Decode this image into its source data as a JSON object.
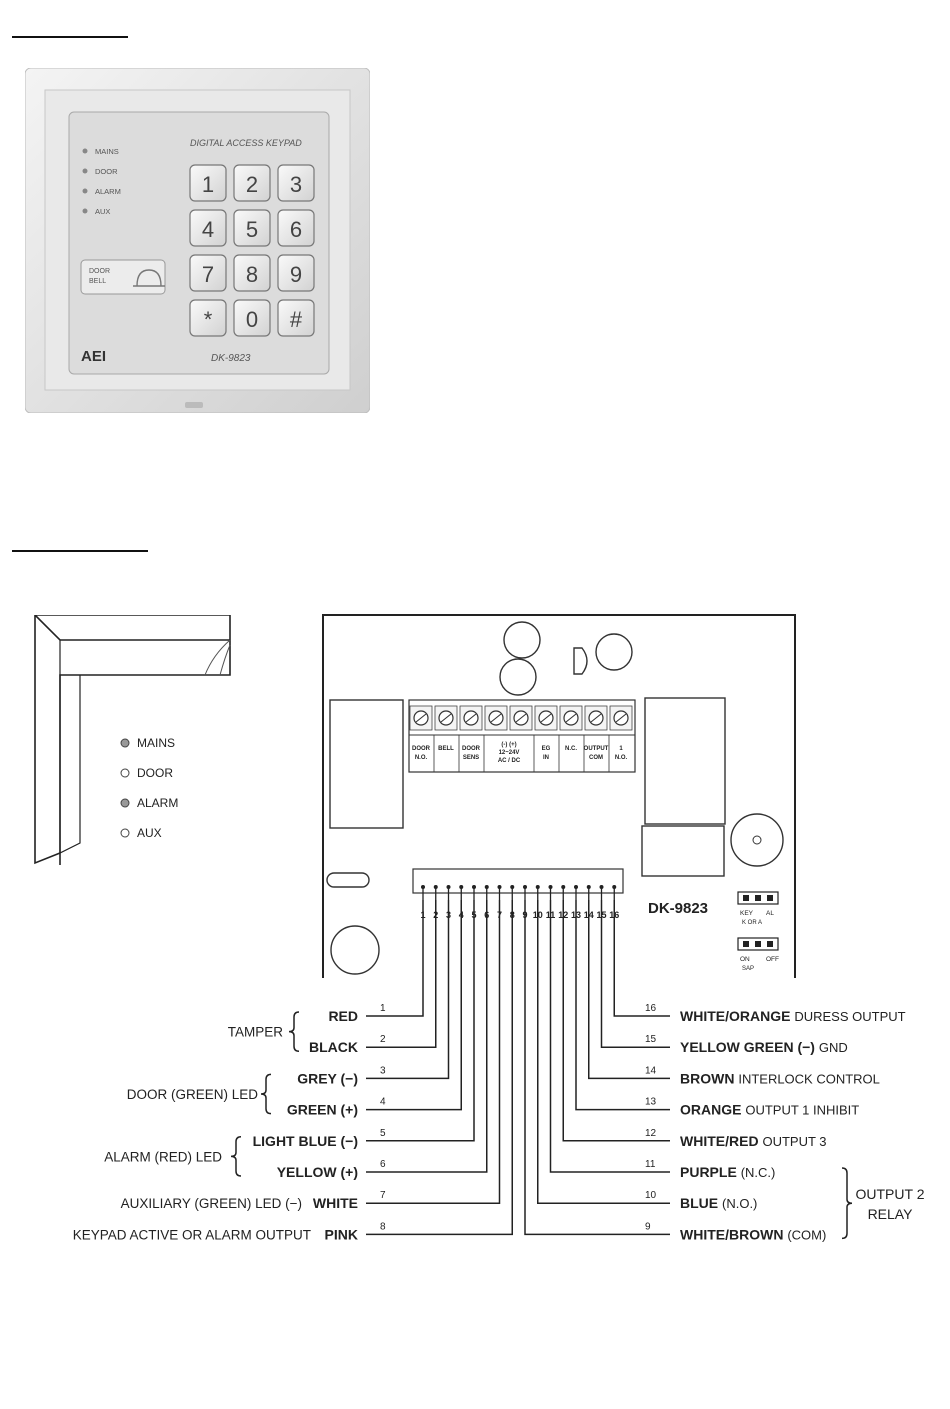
{
  "keypad": {
    "title": "DIGITAL ACCESS KEYPAD",
    "brand": "AEI",
    "model": "DK-9823",
    "doorbell": [
      "DOOR",
      "BELL"
    ],
    "indicators": [
      "MAINS",
      "DOOR",
      "ALARM",
      "AUX"
    ],
    "keys": [
      "1",
      "2",
      "3",
      "4",
      "5",
      "6",
      "7",
      "8",
      "9",
      "*",
      "0",
      "#"
    ]
  },
  "led_panel": {
    "indicators": [
      {
        "label": "MAINS",
        "state": "filled"
      },
      {
        "label": "DOOR",
        "state": "open"
      },
      {
        "label": "ALARM",
        "state": "filled"
      },
      {
        "label": "AUX",
        "state": "open"
      }
    ]
  },
  "board": {
    "model": "DK-9823",
    "terminals": [
      {
        "lines": [
          "DOOR",
          "N.O."
        ]
      },
      {
        "lines": [
          "BELL"
        ]
      },
      {
        "lines": [
          "DOOR",
          "SENS"
        ]
      },
      {
        "lines": [
          "(-)   (+)",
          "12~24V",
          "AC / DC"
        ]
      },
      {
        "lines": [
          "EG",
          "IN"
        ]
      },
      {
        "lines": [
          "N.C."
        ]
      },
      {
        "lines": [
          "OUTPUT",
          "COM"
        ]
      },
      {
        "lines": [
          "1",
          "N.O."
        ]
      }
    ],
    "connector_numbers": [
      "1",
      "2",
      "3",
      "4",
      "5",
      "6",
      "7",
      "8",
      "9",
      "10",
      "11",
      "12",
      "13",
      "14",
      "15",
      "16"
    ],
    "jumper_1": {
      "labels": [
        "KEY",
        "AL"
      ],
      "sub": "K  OR A"
    },
    "jumper_2": {
      "labels": [
        "ON",
        "OFF"
      ],
      "sub": "SAP"
    }
  },
  "wires_left": [
    {
      "num": "1",
      "color": "RED"
    },
    {
      "num": "2",
      "color": "BLACK"
    },
    {
      "num": "3",
      "color": "GREY (−)"
    },
    {
      "num": "4",
      "color": "GREEN (+)"
    },
    {
      "num": "5",
      "color": "LIGHT BLUE (−)"
    },
    {
      "num": "6",
      "color": "YELLOW (+)"
    },
    {
      "num": "7",
      "color": "WHITE"
    },
    {
      "num": "8",
      "color": "PINK"
    }
  ],
  "wires_right": [
    {
      "num": "16",
      "color": "WHITE/ORANGE",
      "func": "DURESS OUTPUT"
    },
    {
      "num": "15",
      "color": "YELLOW GREEN (−)",
      "func": "GND"
    },
    {
      "num": "14",
      "color": "BROWN",
      "func": "INTERLOCK CONTROL"
    },
    {
      "num": "13",
      "color": "ORANGE",
      "func": "OUTPUT 1 INHIBIT"
    },
    {
      "num": "12",
      "color": "WHITE/RED",
      "func": "OUTPUT 3"
    },
    {
      "num": "11",
      "color": "PURPLE",
      "func": "(N.C.)"
    },
    {
      "num": "10",
      "color": "BLUE",
      "func": "(N.O.)"
    },
    {
      "num": "9",
      "color": "WHITE/BROWN",
      "func": "(COM)"
    }
  ],
  "groups_left": {
    "tamper": "TAMPER",
    "door_led": "DOOR (GREEN) LED",
    "alarm_led": "ALARM (RED) LED",
    "aux_led": "AUXILIARY (GREEN) LED  (−)",
    "keypad_active": "KEYPAD ACTIVE OR ALARM OUTPUT"
  },
  "group_right": {
    "line1": "OUTPUT 2",
    "line2": "RELAY"
  }
}
